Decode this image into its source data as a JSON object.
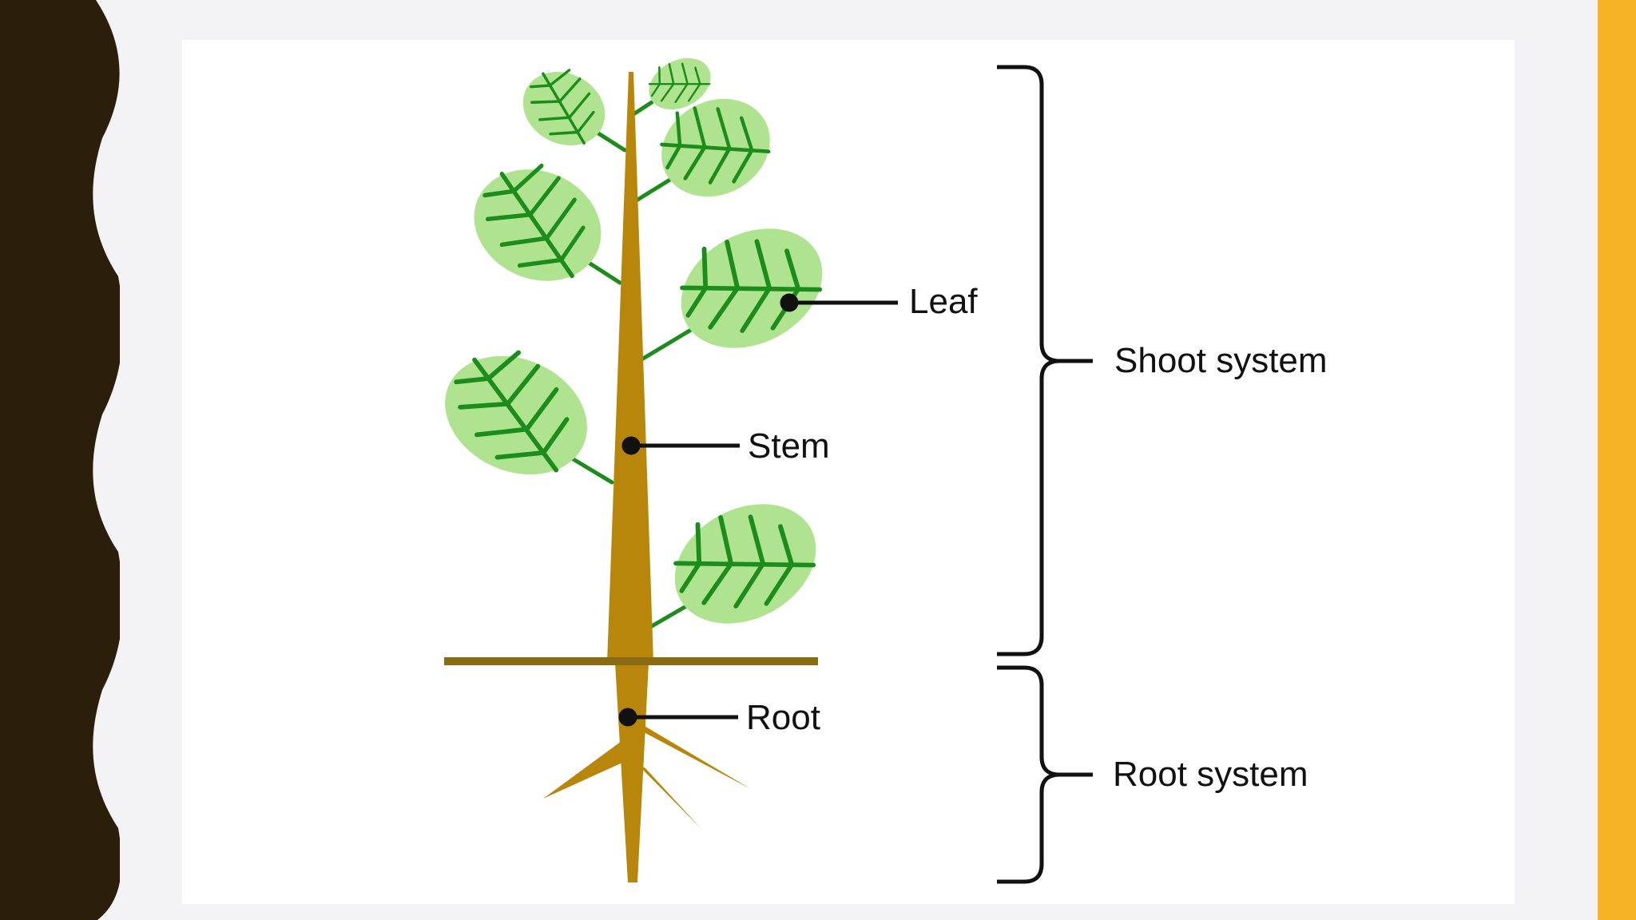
{
  "labels": {
    "leaf": "Leaf",
    "stem": "Stem",
    "root": "Root",
    "shoot_system": "Shoot system",
    "root_system": "Root system"
  },
  "colors": {
    "background": "#f3f3f5",
    "card": "#ffffff",
    "left_band": "#2b1e0b",
    "accent_bar": "#f5b325",
    "stem": "#b8860b",
    "ground_line": "#8b6b12",
    "leaf_fill": "#b0e38f",
    "leaf_vein": "#1c8c1c",
    "label_text": "#111111"
  },
  "icons": {
    "plant": "plant-illustration",
    "brace": "curly-brace"
  }
}
